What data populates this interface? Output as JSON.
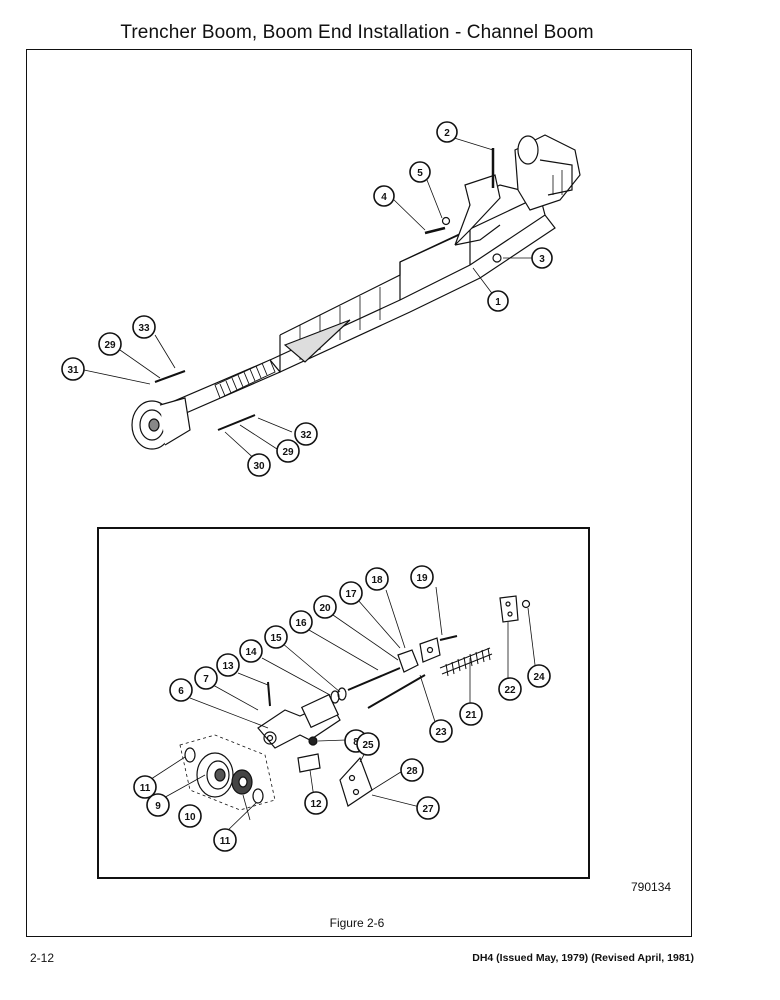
{
  "page": {
    "title": "Trencher Boom, Boom End Installation - Channel Boom",
    "figure_number": "790134",
    "caption": "Figure 2-6",
    "page_number": "2-12",
    "issue_line": "DH4 (Issued May, 1979) (Revised April, 1981)"
  },
  "callouts": {
    "c1": "1",
    "c2": "2",
    "c3": "3",
    "c4": "4",
    "c5": "5",
    "c6": "6",
    "c7": "7",
    "c8": "8",
    "c9": "9",
    "c10": "10",
    "c11a": "11",
    "c11b": "11",
    "c12": "12",
    "c13": "13",
    "c14": "14",
    "c15": "15",
    "c16": "16",
    "c17": "17",
    "c18": "18",
    "c19": "19",
    "c20": "20",
    "c21": "21",
    "c22": "22",
    "c23": "23",
    "c24": "24",
    "c25": "25",
    "c27": "27",
    "c28": "28",
    "c29a": "29",
    "c29b": "29",
    "c30": "30",
    "c31": "31",
    "c32": "32",
    "c33": "33"
  },
  "colors": {
    "ink": "#111111",
    "paper": "#ffffff"
  }
}
